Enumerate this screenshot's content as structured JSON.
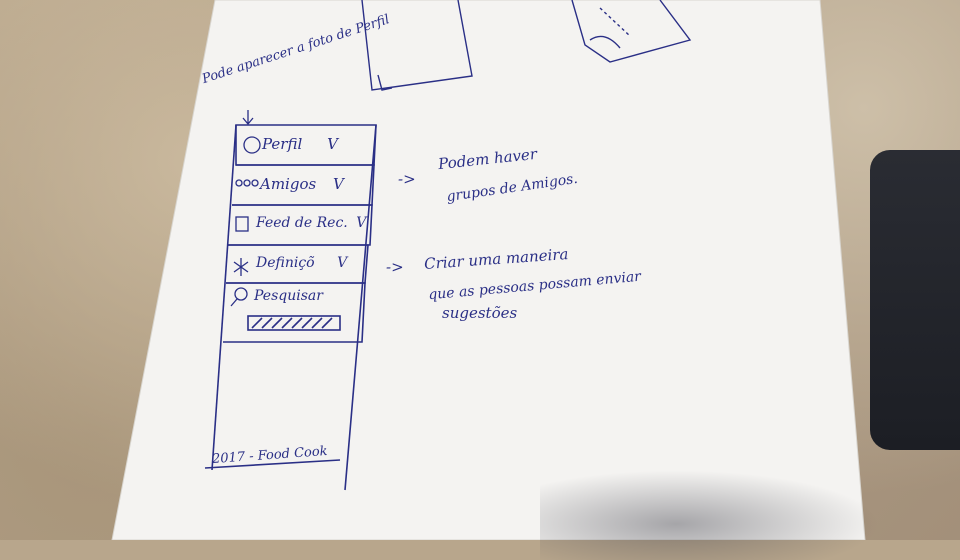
{
  "sketch": {
    "top_note": "Pode aparecer a foto de Perfil",
    "menu_items": [
      {
        "label": "Perfil",
        "icon": "face-icon",
        "chevron": "V"
      },
      {
        "label": "Amigos",
        "icon": "friends-icon",
        "chevron": "V"
      },
      {
        "label": "Feed de Rec.",
        "icon": "list-icon",
        "chevron": "V"
      },
      {
        "label": "Definiçõ",
        "icon": "gear-icon",
        "chevron": "V"
      }
    ],
    "search_label": "Pesquisar",
    "footer": "2017 - Food Cook",
    "note_amigos_line1": "Podem haver",
    "note_amigos_line2": "grupos de Amigos.",
    "note_defs_line1": "Criar uma maneira",
    "note_defs_line2": "que as pessoas possam enviar",
    "note_defs_line3": "sugestões",
    "arrow": "->",
    "ink_color": "#2a2f86"
  }
}
